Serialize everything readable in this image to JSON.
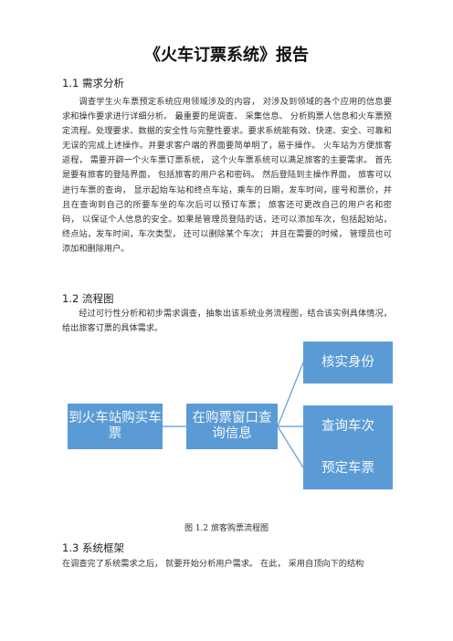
{
  "doc": {
    "title": "《火车订票系统》报告",
    "sections": {
      "s1_heading": "1.1 需求分析",
      "s1_body": "调查学生火车票预定系统应用领域涉及的内容， 对涉及到领域的各个应用的信息要求和操作要求进行详细分析。 最重要的是调查、 采集信息、 分析购票人信息和火车票预定流程。处理要求、数据的安全性与完整性要求。要求系统能有效、快速、安全、可靠和无误的完成上述操作。并要求客户端的界面要简单明了，易于操作。 火车站为方便旅客返程， 需要开辟一个火车票订票系统， 这个火车票系统可以满足旅客的主要需求。 首先是要有旅客的登陆界面， 包括旅客的用户名和密码。 然后登陆到主操作界面， 旅客可以进行车票的查询， 显示起始车站和终点车站，乘车的日期，发车时间，座号和票价，并且在查询到自己的所要车坐的车次后可以预订车票； 旅客还可更改自己的用户名和密码， 以保证个人信息的安全。如果是管理员登陆的话，还可以添加车次，包括起始站，终点站，发车时间，车次类型， 还可以删除某个车次； 并且在需要的时候， 管理员也可添加和删除用户。",
      "s2_heading": "1.2 流程图",
      "s2_body": "经过可行性分析和初步需求调查，抽象出该系统业务流程图，结合该实例具体情况，给出旅客订票的具体需求。",
      "s3_heading": "1.3 系统框架",
      "s3_body": "在调查完了系统需求之后， 就要开始分析用户需求。 在此， 采用自顶向下的结构"
    },
    "flowchart": {
      "node_start": "到火车站购买车票",
      "node_mid": "在购票窗口查询信息",
      "branch_1": "核实身份",
      "branch_2": "查询车次",
      "branch_3": "预定车票",
      "caption": "图 1.2 旅客购票流程图",
      "box_color": "#5b9bd5",
      "line_color": "#5b9bd5"
    }
  }
}
